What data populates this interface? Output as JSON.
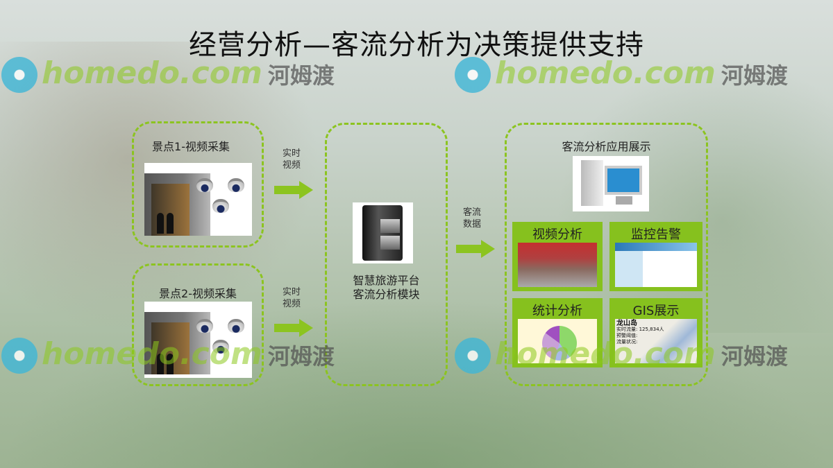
{
  "title": "经营分析—客流分析为决策提供支持",
  "source1": {
    "label": "景点1-视频采集"
  },
  "source2": {
    "label": "景点2-视频采集"
  },
  "arrow1": {
    "line1": "实时",
    "line2": "视频"
  },
  "arrow2": {
    "line1": "实时",
    "line2": "视频"
  },
  "platform": {
    "line1": "智慧旅游平台",
    "line2": "客流分析模块"
  },
  "arrow3": {
    "line1": "客流",
    "line2": "数据"
  },
  "display": {
    "title": "客流分析应用展示",
    "tiles": [
      {
        "label": "视频分析"
      },
      {
        "label": "监控告警"
      },
      {
        "label": "统计分析"
      },
      {
        "label": "GIS展示"
      }
    ],
    "gis": {
      "place": "龙山岛",
      "line1": "实时流量: 125,834人",
      "line2": "预警阈值:",
      "line3": "流量状况:"
    }
  },
  "watermark": {
    "brand": "homedo.com",
    "cn": "河姆渡"
  },
  "colors": {
    "accent": "#8cc420"
  }
}
